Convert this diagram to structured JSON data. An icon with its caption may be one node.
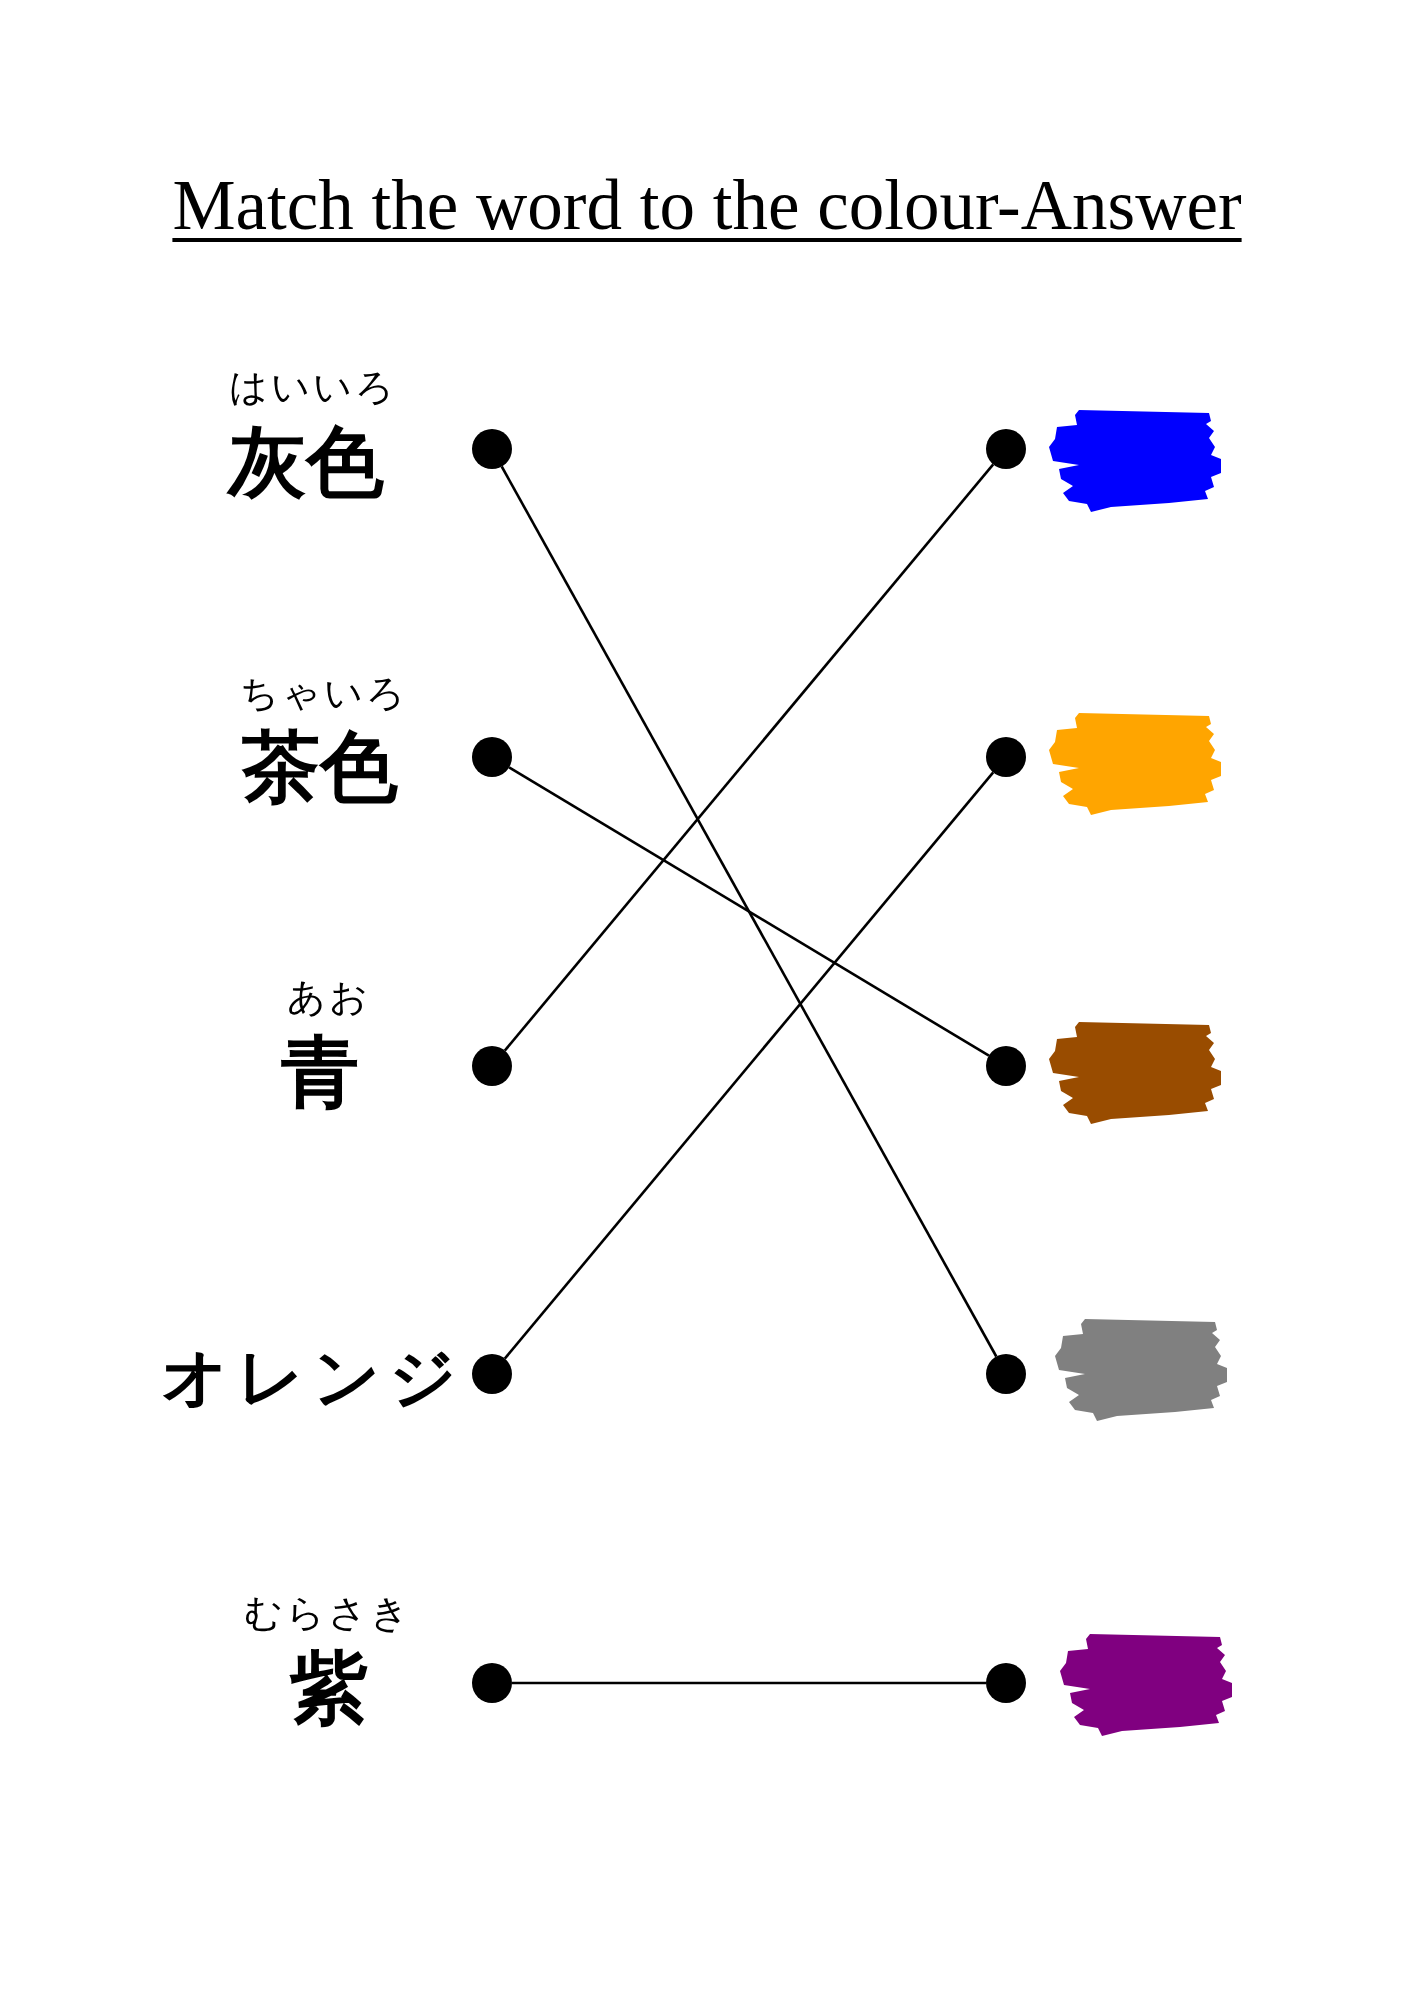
{
  "diagram": {
    "title": "Match the word to the colour-Answer",
    "nodes": [
      {
        "text": [],
        "shape": "circle",
        "beside": [
          "はいいろ",
          "灰色"
        ]
      },
      {
        "text": [],
        "shape": "circle"
      },
      {
        "text": [],
        "shape": "circle",
        "beside": [
          "ちゃいろ",
          "茶色"
        ]
      },
      {
        "text": [],
        "shape": "circle"
      },
      {
        "text": [],
        "shape": "circle",
        "beside": [
          "あお",
          "青"
        ]
      },
      {
        "text": [],
        "shape": "circle"
      },
      {
        "text": [],
        "shape": "circle",
        "beside": [
          "オレンジ"
        ]
      },
      {
        "text": [],
        "shape": "circle"
      },
      {
        "text": [],
        "shape": "circle",
        "beside": [
          "むらさき",
          "紫"
        ]
      },
      {
        "text": [],
        "shape": "circle"
      }
    ],
    "edges": [
      {
        "from": 0,
        "to": 7,
        "arrow": "none"
      },
      {
        "from": 2,
        "to": 5,
        "arrow": "none"
      },
      {
        "from": 4,
        "to": 1,
        "arrow": "none"
      },
      {
        "from": 6,
        "to": 3,
        "arrow": "none"
      },
      {
        "from": 8,
        "to": 9,
        "arrow": "none"
      }
    ]
  }
}
